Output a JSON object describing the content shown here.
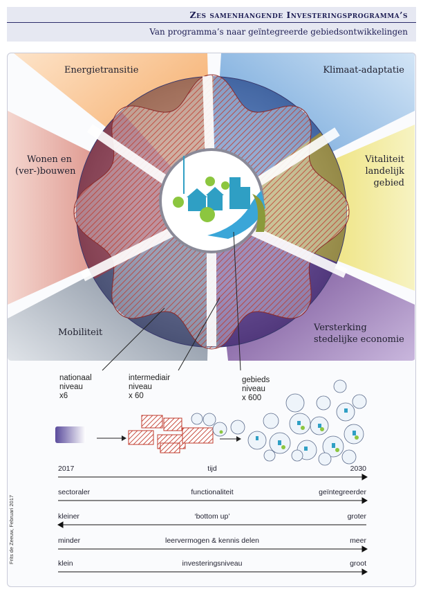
{
  "header": {
    "title": "Zes samenhangende Investeringsprogramma’s",
    "subtitle": "Van programma’s naar geïntegreerde gebiedsontwikkelingen"
  },
  "programmes": [
    {
      "label": "Energietransitie",
      "color": "#f39a4a"
    },
    {
      "label": "Klimaat-adaptatie",
      "color": "#6fa8dc"
    },
    {
      "label": "Vitaliteit landelijk gebied",
      "color": "#e8d84a"
    },
    {
      "label": "Versterking stedelijke economie",
      "color": "#6a3c8c"
    },
    {
      "label": "Mobiliteit",
      "color": "#7f8a99"
    },
    {
      "label": "Wonen en (ver-)bouwen",
      "color": "#c8564a"
    }
  ],
  "levels": {
    "national": {
      "line1": "nationaal",
      "line2": "niveau",
      "line3": "x6"
    },
    "intermediate": {
      "line1": "intermediair",
      "line2": "niveau",
      "line3": "x 60"
    },
    "regional": {
      "line1": "gebieds",
      "line2": "niveau",
      "line3": "x 600"
    }
  },
  "scales": [
    {
      "left": "2017",
      "middle": "tijd",
      "right": "2030",
      "direction": "right"
    },
    {
      "left": "sectoraler",
      "middle": "functionaliteit",
      "right": "geïntegreerder",
      "direction": "right"
    },
    {
      "left": "kleiner",
      "middle": "‘bottom up’",
      "right": "groter",
      "direction": "left"
    },
    {
      "left": "minder",
      "middle": "leervermogen & kennis delen",
      "right": "meer",
      "direction": "right"
    },
    {
      "left": "klein",
      "middle": "investeringsniveau",
      "right": "groot",
      "direction": "right"
    }
  ],
  "credit": "Frits de Zeeuw, Februari 2017",
  "colors": {
    "ring": "#3a3a70",
    "hatch": "#c0392b",
    "header_bg": "#e6e8f2"
  }
}
